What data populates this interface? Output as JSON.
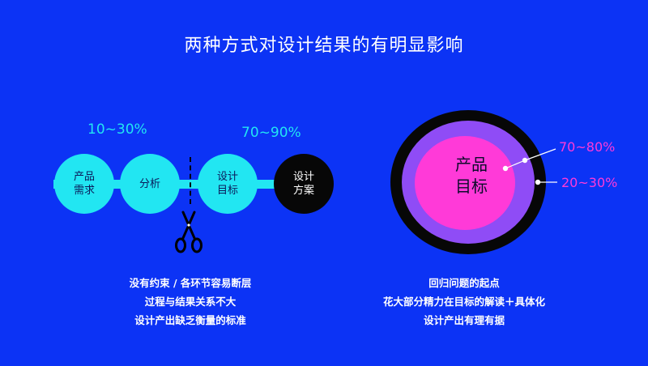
{
  "title": "两种方式对设计结果的有明显影响",
  "left": {
    "pct_left": "10~30%",
    "pct_right": "70~90%",
    "nodes": [
      "产品\n需求",
      "分析",
      "设计\n目标",
      "设计\n方案"
    ],
    "caption": [
      "没有约束 / 各环节容易断层",
      "过程与结果关系不大",
      "设计产出缺乏衡量的标准"
    ]
  },
  "right": {
    "center": "产品\n目标",
    "inner_pct": "70~80%",
    "outer_pct": "20~30%",
    "caption": [
      "回归问题的起点",
      "花大部分精力在目标的解读＋具体化",
      "设计产出有理有据"
    ]
  },
  "colors": {
    "background": "#0c33f5",
    "cyan": "#22e6f2",
    "magenta": "#ff3ad8",
    "purple": "#8f4cf6",
    "black": "#070707"
  }
}
